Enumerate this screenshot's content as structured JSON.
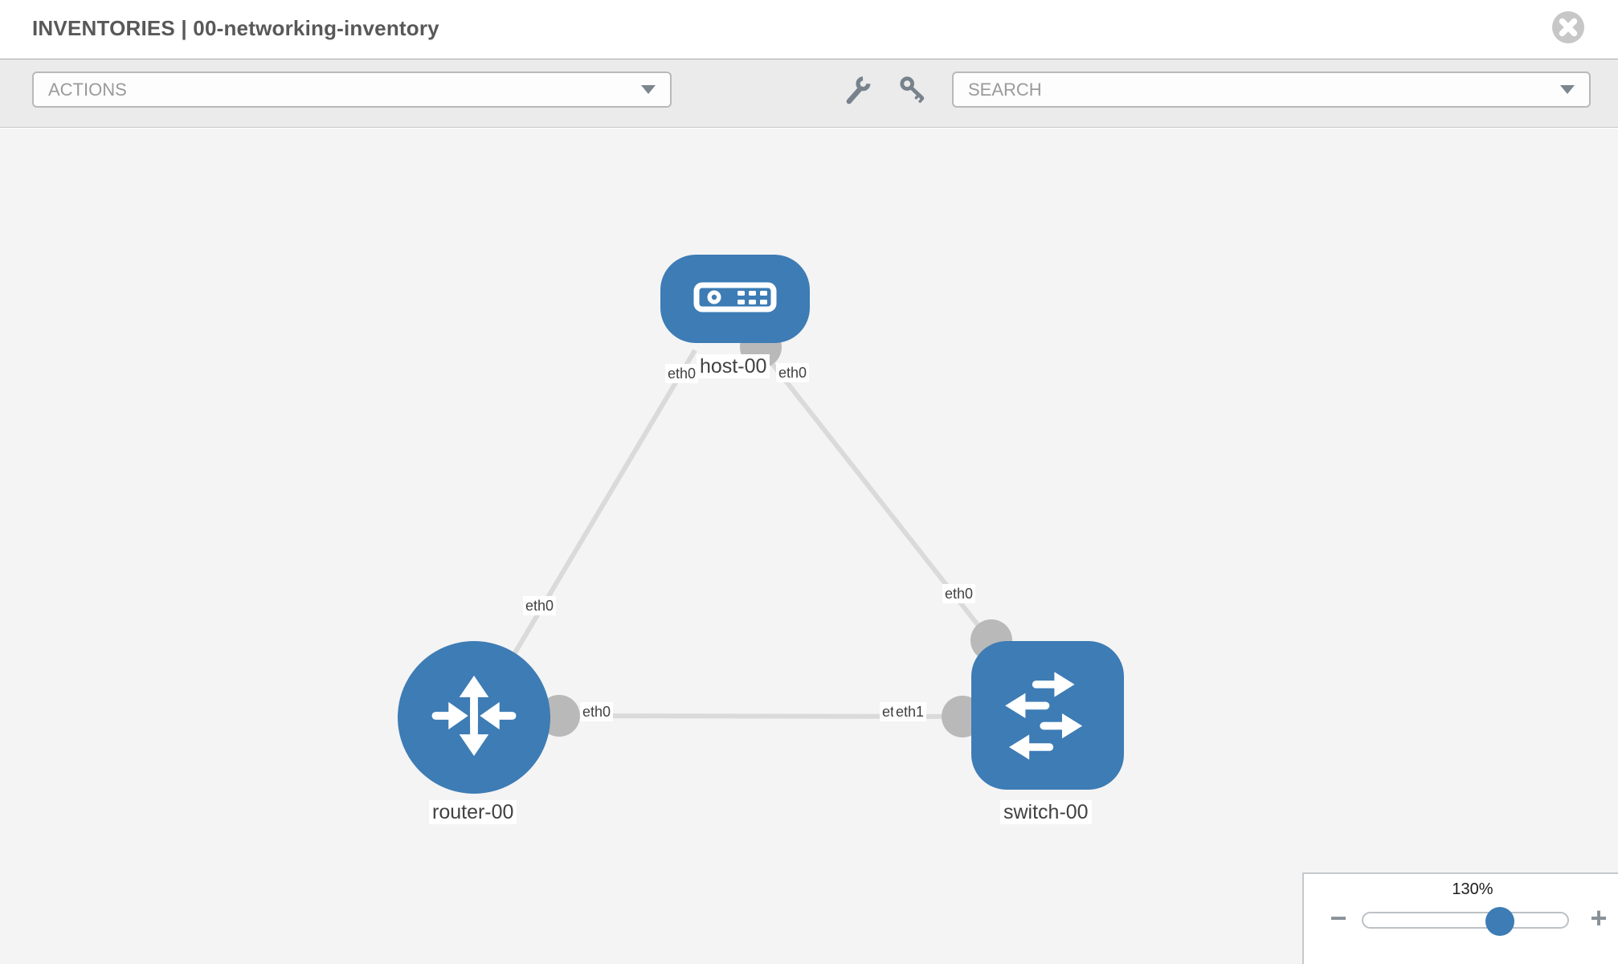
{
  "header": {
    "title": "INVENTORIES | 00-networking-inventory"
  },
  "toolbar": {
    "actions_placeholder": "ACTIONS",
    "search_placeholder": "SEARCH"
  },
  "topology": {
    "nodes": [
      {
        "name": "host-00",
        "type": "host",
        "icon": "server-icon",
        "shape": "rounded-rect"
      },
      {
        "name": "router-00",
        "type": "router",
        "icon": "router-arrows-icon",
        "shape": "circle"
      },
      {
        "name": "switch-00",
        "type": "switch",
        "icon": "switch-arrows-icon",
        "shape": "rounded-square"
      }
    ],
    "links": [
      {
        "from": "host-00",
        "to": "router-00",
        "from_interface": "eth0",
        "to_interface": "eth0"
      },
      {
        "from": "host-00",
        "to": "switch-00",
        "from_interface": "eth0",
        "to_interface": "eth0"
      },
      {
        "from": "router-00",
        "to": "switch-00",
        "from_interface": "eth0",
        "to_interface": "eth1"
      }
    ],
    "interface_labels": {
      "host_to_router_at_host": "eth0",
      "host_to_router_at_router": "eth0",
      "host_to_switch_at_host": "eth0",
      "host_to_switch_at_switch": "eth0",
      "router_to_switch_at_router": "eth0",
      "router_to_switch_at_switch_back": "eth0",
      "router_to_switch_at_switch": "eth1"
    },
    "colors": {
      "node_blue": "#3d7cb5",
      "port_gray": "#b9b9b9",
      "link_gray": "#dadada"
    }
  },
  "zoom_control": {
    "level": "130%",
    "minus_label": "−",
    "plus_label": "+"
  }
}
